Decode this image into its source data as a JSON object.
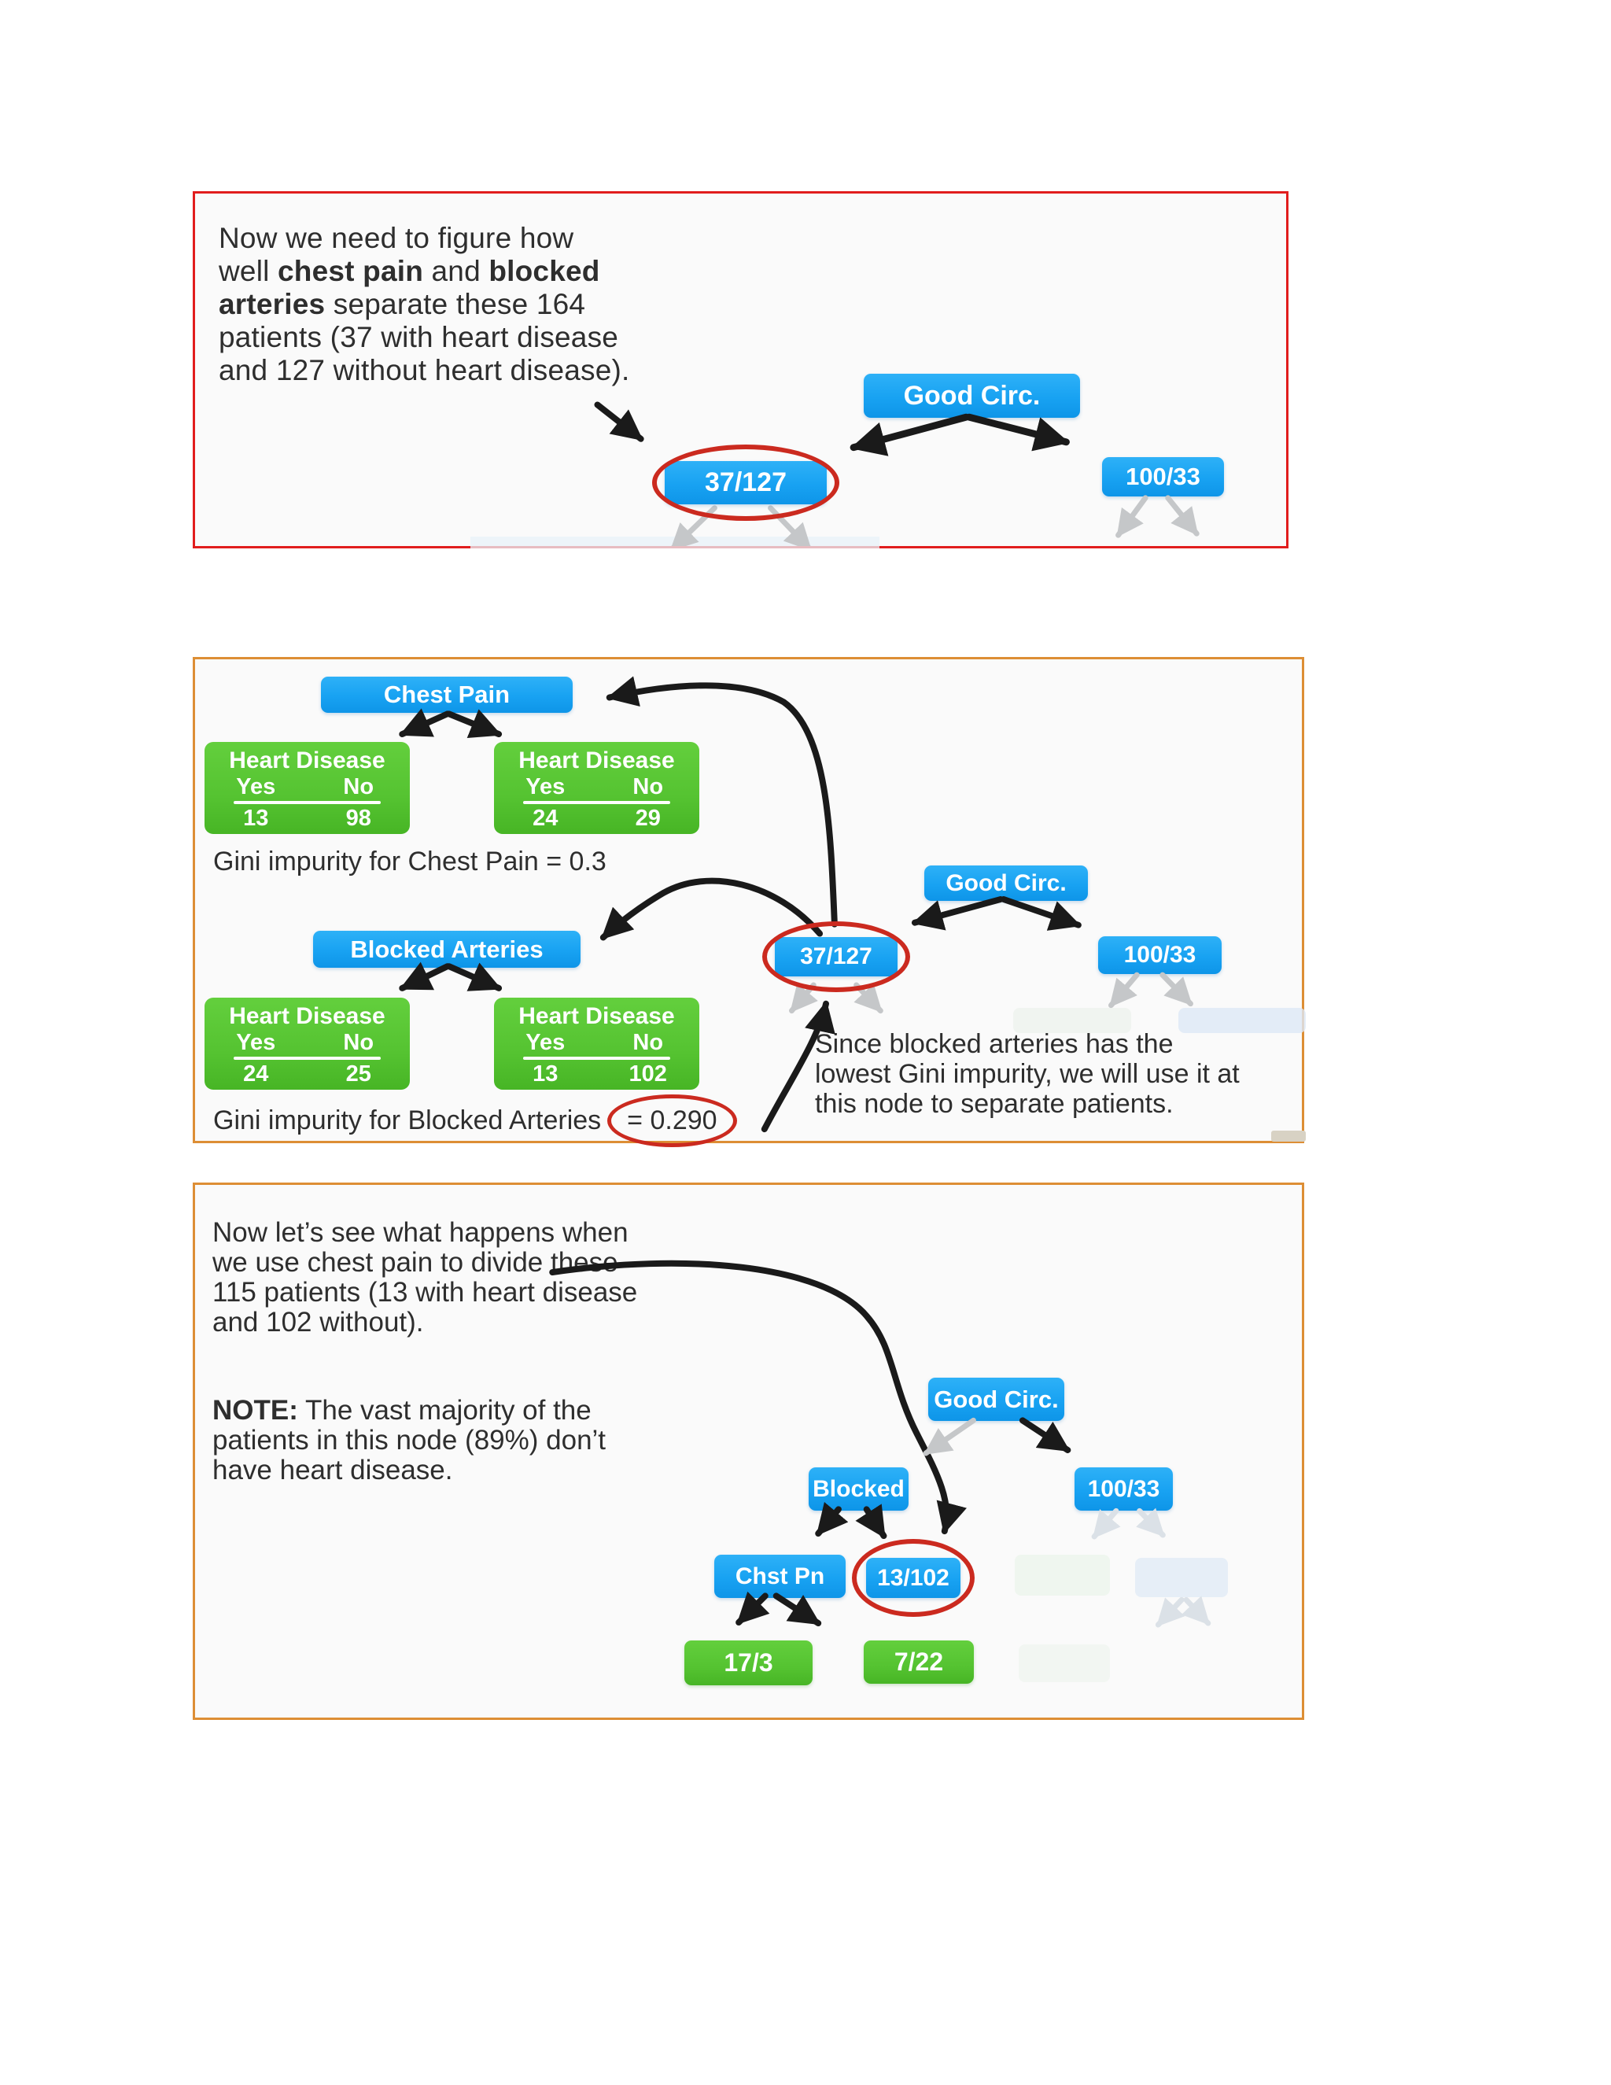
{
  "colors": {
    "blue": "#18a2f2",
    "green": "#55c331",
    "ink": "#2e2e2e",
    "red_circle": "#cb2a1f",
    "panel1_border": "#e11d1d",
    "panel_orange_border": "#dd8e35",
    "arrow_black": "#1a1a1a",
    "arrow_gray": "#c5c7c9",
    "arrow_faint": "#dbe1e7",
    "panel_bg": "#fafafa"
  },
  "panel1": {
    "paragraph": [
      [
        {
          "t": "Now we need to figure how"
        }
      ],
      [
        {
          "t": "well "
        },
        {
          "t": "chest pain",
          "b": true
        },
        {
          "t": " and "
        },
        {
          "t": "blocked",
          "b": true
        }
      ],
      [
        {
          "t": "arteries",
          "b": true
        },
        {
          "t": " separate these 164"
        }
      ],
      [
        {
          "t": "patients (37 with heart disease"
        }
      ],
      [
        {
          "t": "and 127 without heart disease)."
        }
      ]
    ],
    "tree": {
      "root": "Good Circ.",
      "left_leaf": "37/127",
      "right_leaf": "100/33"
    }
  },
  "panel2": {
    "chest_pain_split": {
      "label": "Chest Pain",
      "tables": [
        {
          "header": "Heart Disease",
          "yes_label": "Yes",
          "no_label": "No",
          "yes": "13",
          "no": "98"
        },
        {
          "header": "Heart Disease",
          "yes_label": "Yes",
          "no_label": "No",
          "yes": "24",
          "no": "29"
        }
      ]
    },
    "gini_chest_pain": "Gini impurity for Chest Pain = 0.3",
    "blocked_split": {
      "label": "Blocked Arteries",
      "tables": [
        {
          "header": "Heart Disease",
          "yes_label": "Yes",
          "no_label": "No",
          "yes": "24",
          "no": "25"
        },
        {
          "header": "Heart Disease",
          "yes_label": "Yes",
          "no_label": "No",
          "yes": "13",
          "no": "102"
        }
      ]
    },
    "gini_blocked_prefix": "Gini impurity for Blocked Arteries",
    "gini_blocked_value": "= 0.290",
    "tree": {
      "root": "Good Circ.",
      "left_leaf": "37/127",
      "right_leaf": "100/33"
    },
    "note": [
      [
        {
          "t": "Since blocked arteries has the"
        }
      ],
      [
        {
          "t": "lowest Gini impurity, we will use it at"
        }
      ],
      [
        {
          "t": "this node to separate patients."
        }
      ]
    ]
  },
  "panel3": {
    "paragraph": [
      [
        {
          "t": "Now let’s see what happens when"
        }
      ],
      [
        {
          "t": "we use chest pain to divide these"
        }
      ],
      [
        {
          "t": "115 patients (13 with heart disease"
        }
      ],
      [
        {
          "t": "and 102 without)."
        }
      ]
    ],
    "note": [
      [
        {
          "t": "NOTE:",
          "b": true
        },
        {
          "t": " The vast majority of the"
        }
      ],
      [
        {
          "t": "patients in this node (89%) don’t"
        }
      ],
      [
        {
          "t": "have heart disease."
        }
      ]
    ],
    "tree": {
      "root": "Good Circ.",
      "left": "Blocked",
      "right_leaf": "100/33",
      "left_child": "Chst Pn",
      "circled_leaf": "13/102",
      "leaf_left": "17/3",
      "leaf_right": "7/22"
    }
  }
}
